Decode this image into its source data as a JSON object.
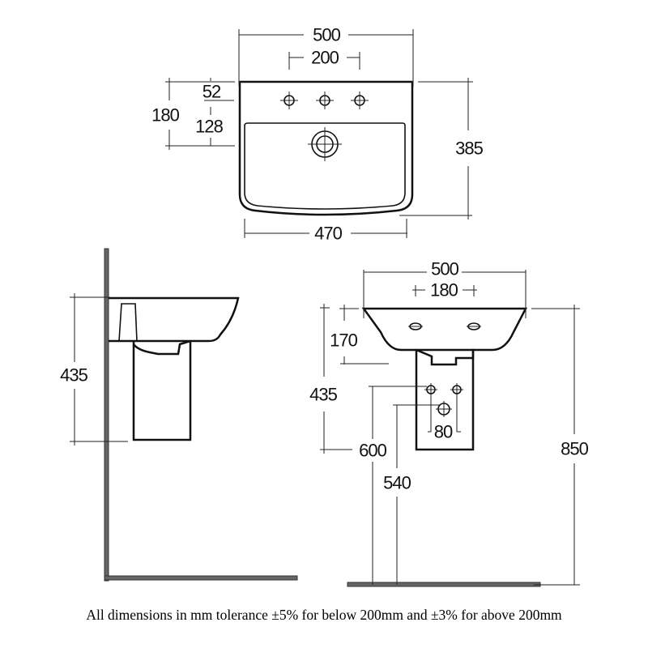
{
  "top_view": {
    "overall_width": "500",
    "tap_spacing": "200",
    "tap_offset": "52",
    "bowl_offset": "128",
    "waste_depth": "180",
    "projection": "385",
    "bowl_width": "470"
  },
  "side_view": {
    "height": "435"
  },
  "front_view": {
    "overall_width": "500",
    "tap_spacing": "180",
    "bowl_depth": "170",
    "height": "435",
    "supply_height": "600",
    "waste_height": "540",
    "supply_spacing": "80",
    "rim_height": "850"
  },
  "footer": "All dimensions in mm tolerance ±5% for below 200mm and ±3% for above 200mm"
}
